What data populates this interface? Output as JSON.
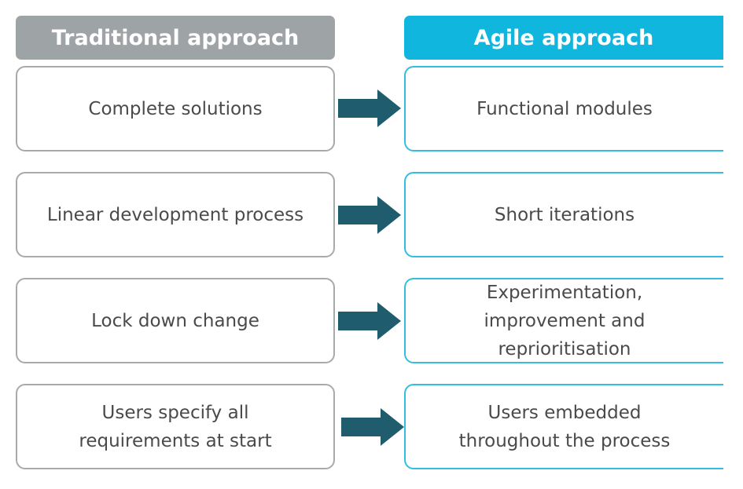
{
  "headers": {
    "traditional": "Traditional approach",
    "agile": "Agile approach"
  },
  "rows": [
    {
      "traditional": [
        "Complete solutions"
      ],
      "agile": [
        "Functional modules"
      ]
    },
    {
      "traditional": [
        "Linear development process"
      ],
      "agile": [
        "Short iterations"
      ]
    },
    {
      "traditional": [
        "Lock down change"
      ],
      "agile": [
        "Experimentation,",
        "improvement and",
        "reprioritisation"
      ]
    },
    {
      "traditional": [
        "Users specify all",
        "requirements at start"
      ],
      "agile": [
        "Users embedded",
        "throughout the process"
      ]
    }
  ],
  "colors": {
    "traditional_header": "#9ea3a6",
    "agile_header": "#10b6de",
    "traditional_border": "#a7a9ab",
    "agile_border": "#34bde3",
    "arrow": "#1e5c6e",
    "text": "#4a4a4a"
  },
  "icons": {
    "arrow": "right-arrow-icon"
  }
}
